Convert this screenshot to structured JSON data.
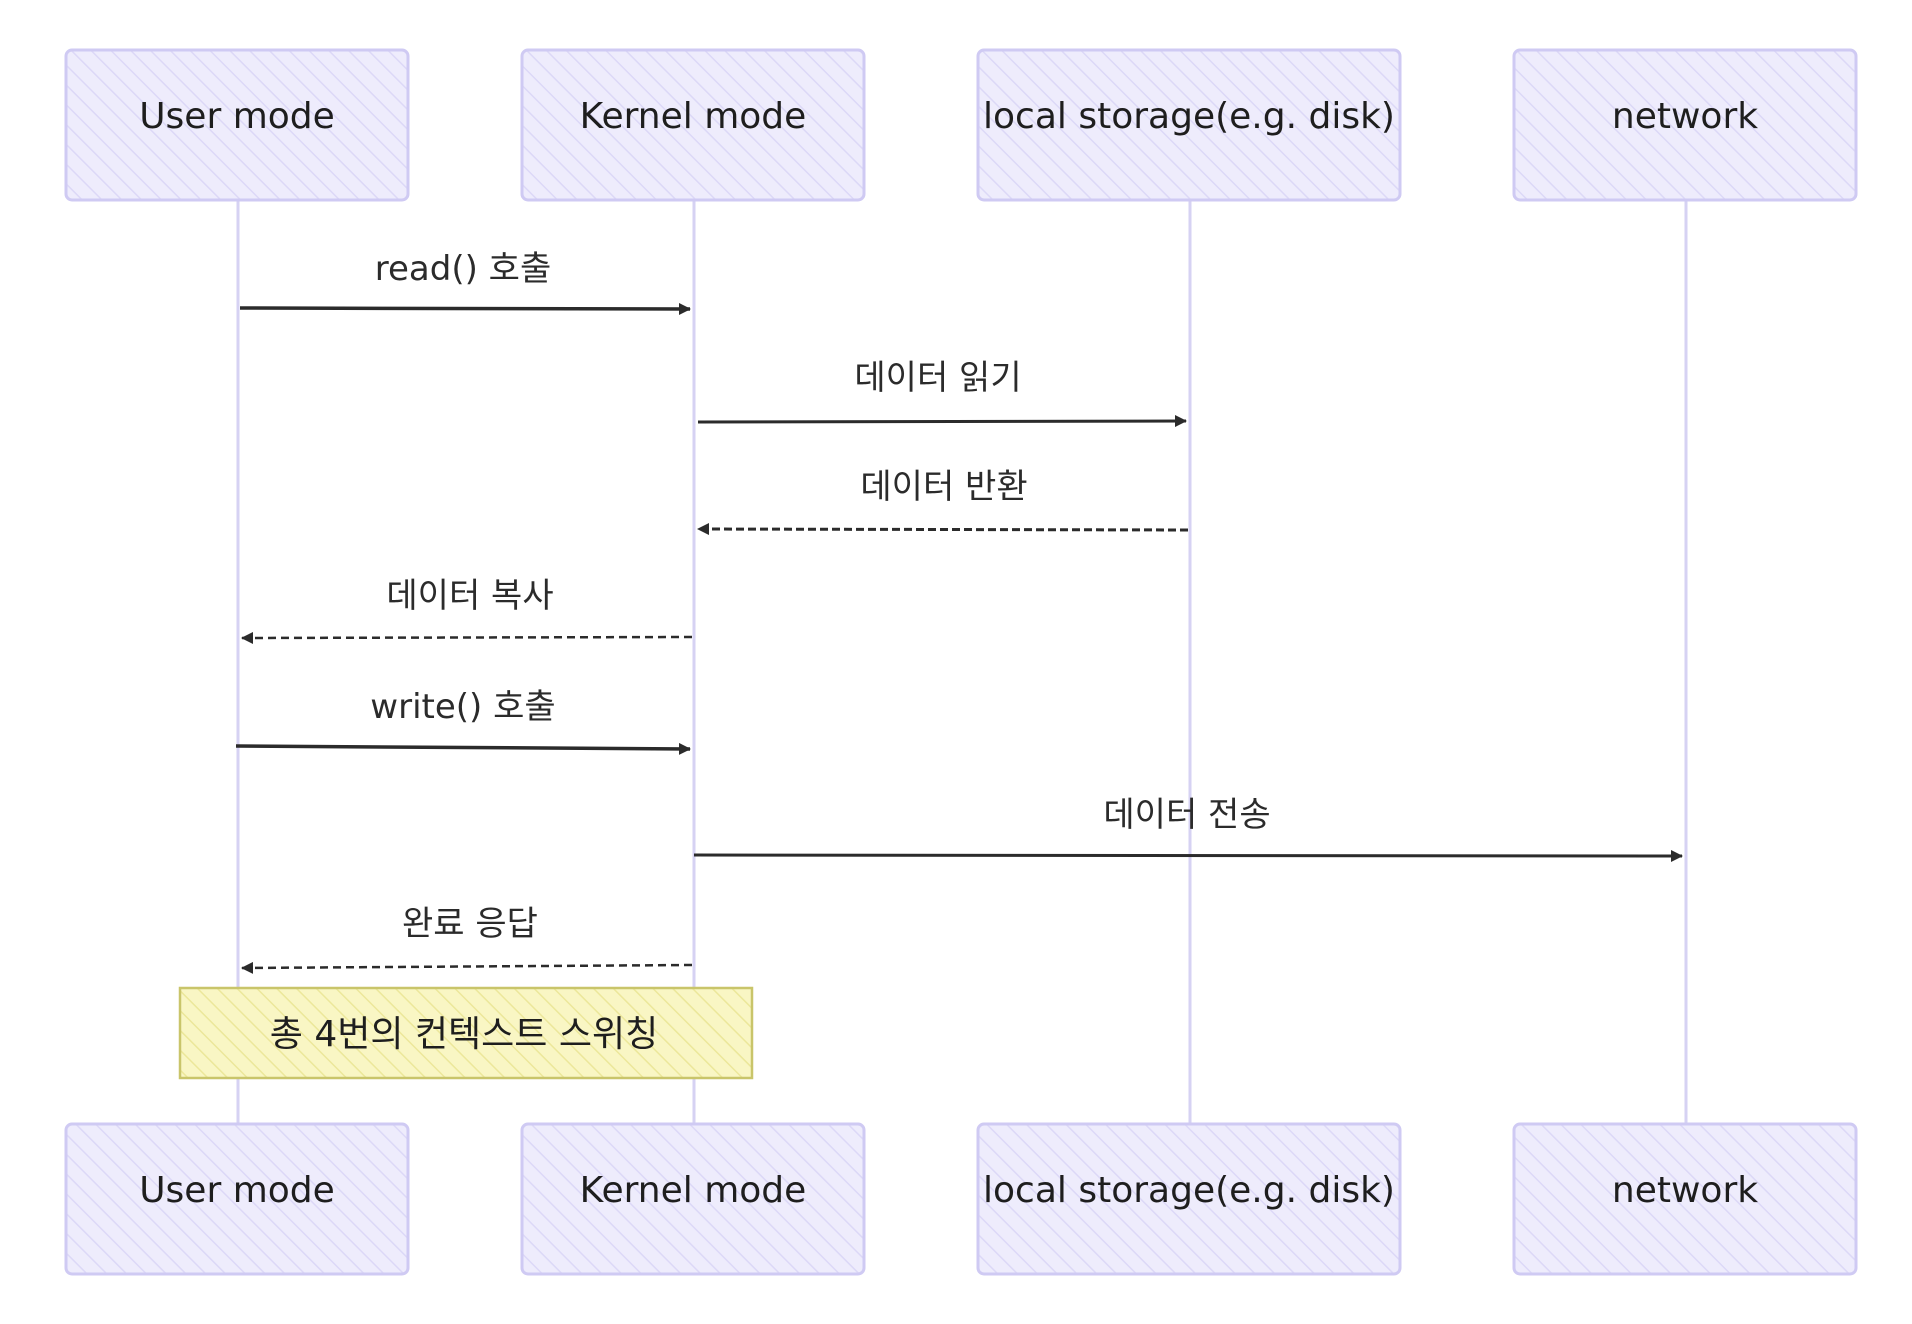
{
  "actors": [
    {
      "id": "user",
      "label": "User mode"
    },
    {
      "id": "kernel",
      "label": "Kernel mode"
    },
    {
      "id": "storage",
      "label": "local storage(e.g. disk)"
    },
    {
      "id": "network",
      "label": "network"
    }
  ],
  "messages": [
    {
      "from": "user",
      "to": "kernel",
      "label": "read() 호출",
      "style": "solid"
    },
    {
      "from": "kernel",
      "to": "storage",
      "label": "데이터 읽기",
      "style": "solid"
    },
    {
      "from": "storage",
      "to": "kernel",
      "label": "데이터 반환",
      "style": "dashed"
    },
    {
      "from": "kernel",
      "to": "user",
      "label": "데이터 복사",
      "style": "dashed"
    },
    {
      "from": "user",
      "to": "kernel",
      "label": "write() 호출",
      "style": "solid"
    },
    {
      "from": "kernel",
      "to": "network",
      "label": "데이터 전송",
      "style": "solid"
    },
    {
      "from": "kernel",
      "to": "user",
      "label": "완료 응답",
      "style": "dashed"
    }
  ],
  "note": {
    "text": "총 4번의 컨텍스트 스위칭",
    "over": [
      "user",
      "kernel"
    ]
  },
  "colors": {
    "actor_fill": "#e9e7fb",
    "actor_stroke": "#cfcaf3",
    "lifeline": "#d6d2f3",
    "arrow": "#2b2b2b",
    "note_fill": "#f7f3b2",
    "note_stroke": "#c9c56a"
  }
}
